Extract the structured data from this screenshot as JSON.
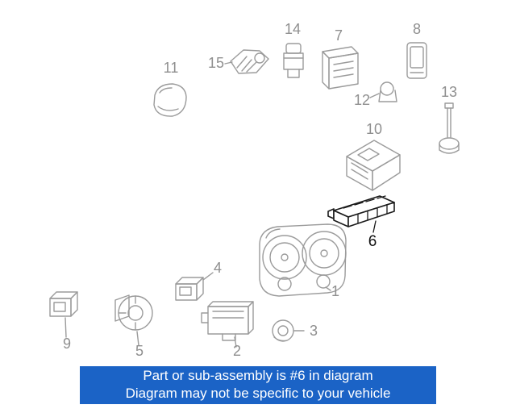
{
  "banner": {
    "line1": "Part or sub-assembly is #6 in diagram",
    "line2": "Diagram may not be specific to your vehicle",
    "bg_color": "#1b63c6",
    "text_color": "#ffffff"
  },
  "diagram": {
    "highlighted_part": "6",
    "outline_color": "#9b9b9b",
    "highlight_color": "#1a1a1a",
    "callouts": [
      {
        "label": "1"
      },
      {
        "label": "2"
      },
      {
        "label": "3"
      },
      {
        "label": "4"
      },
      {
        "label": "5"
      },
      {
        "label": "6"
      },
      {
        "label": "7"
      },
      {
        "label": "8"
      },
      {
        "label": "9"
      },
      {
        "label": "10"
      },
      {
        "label": "11"
      },
      {
        "label": "12"
      },
      {
        "label": "13"
      },
      {
        "label": "14"
      },
      {
        "label": "15"
      }
    ]
  }
}
